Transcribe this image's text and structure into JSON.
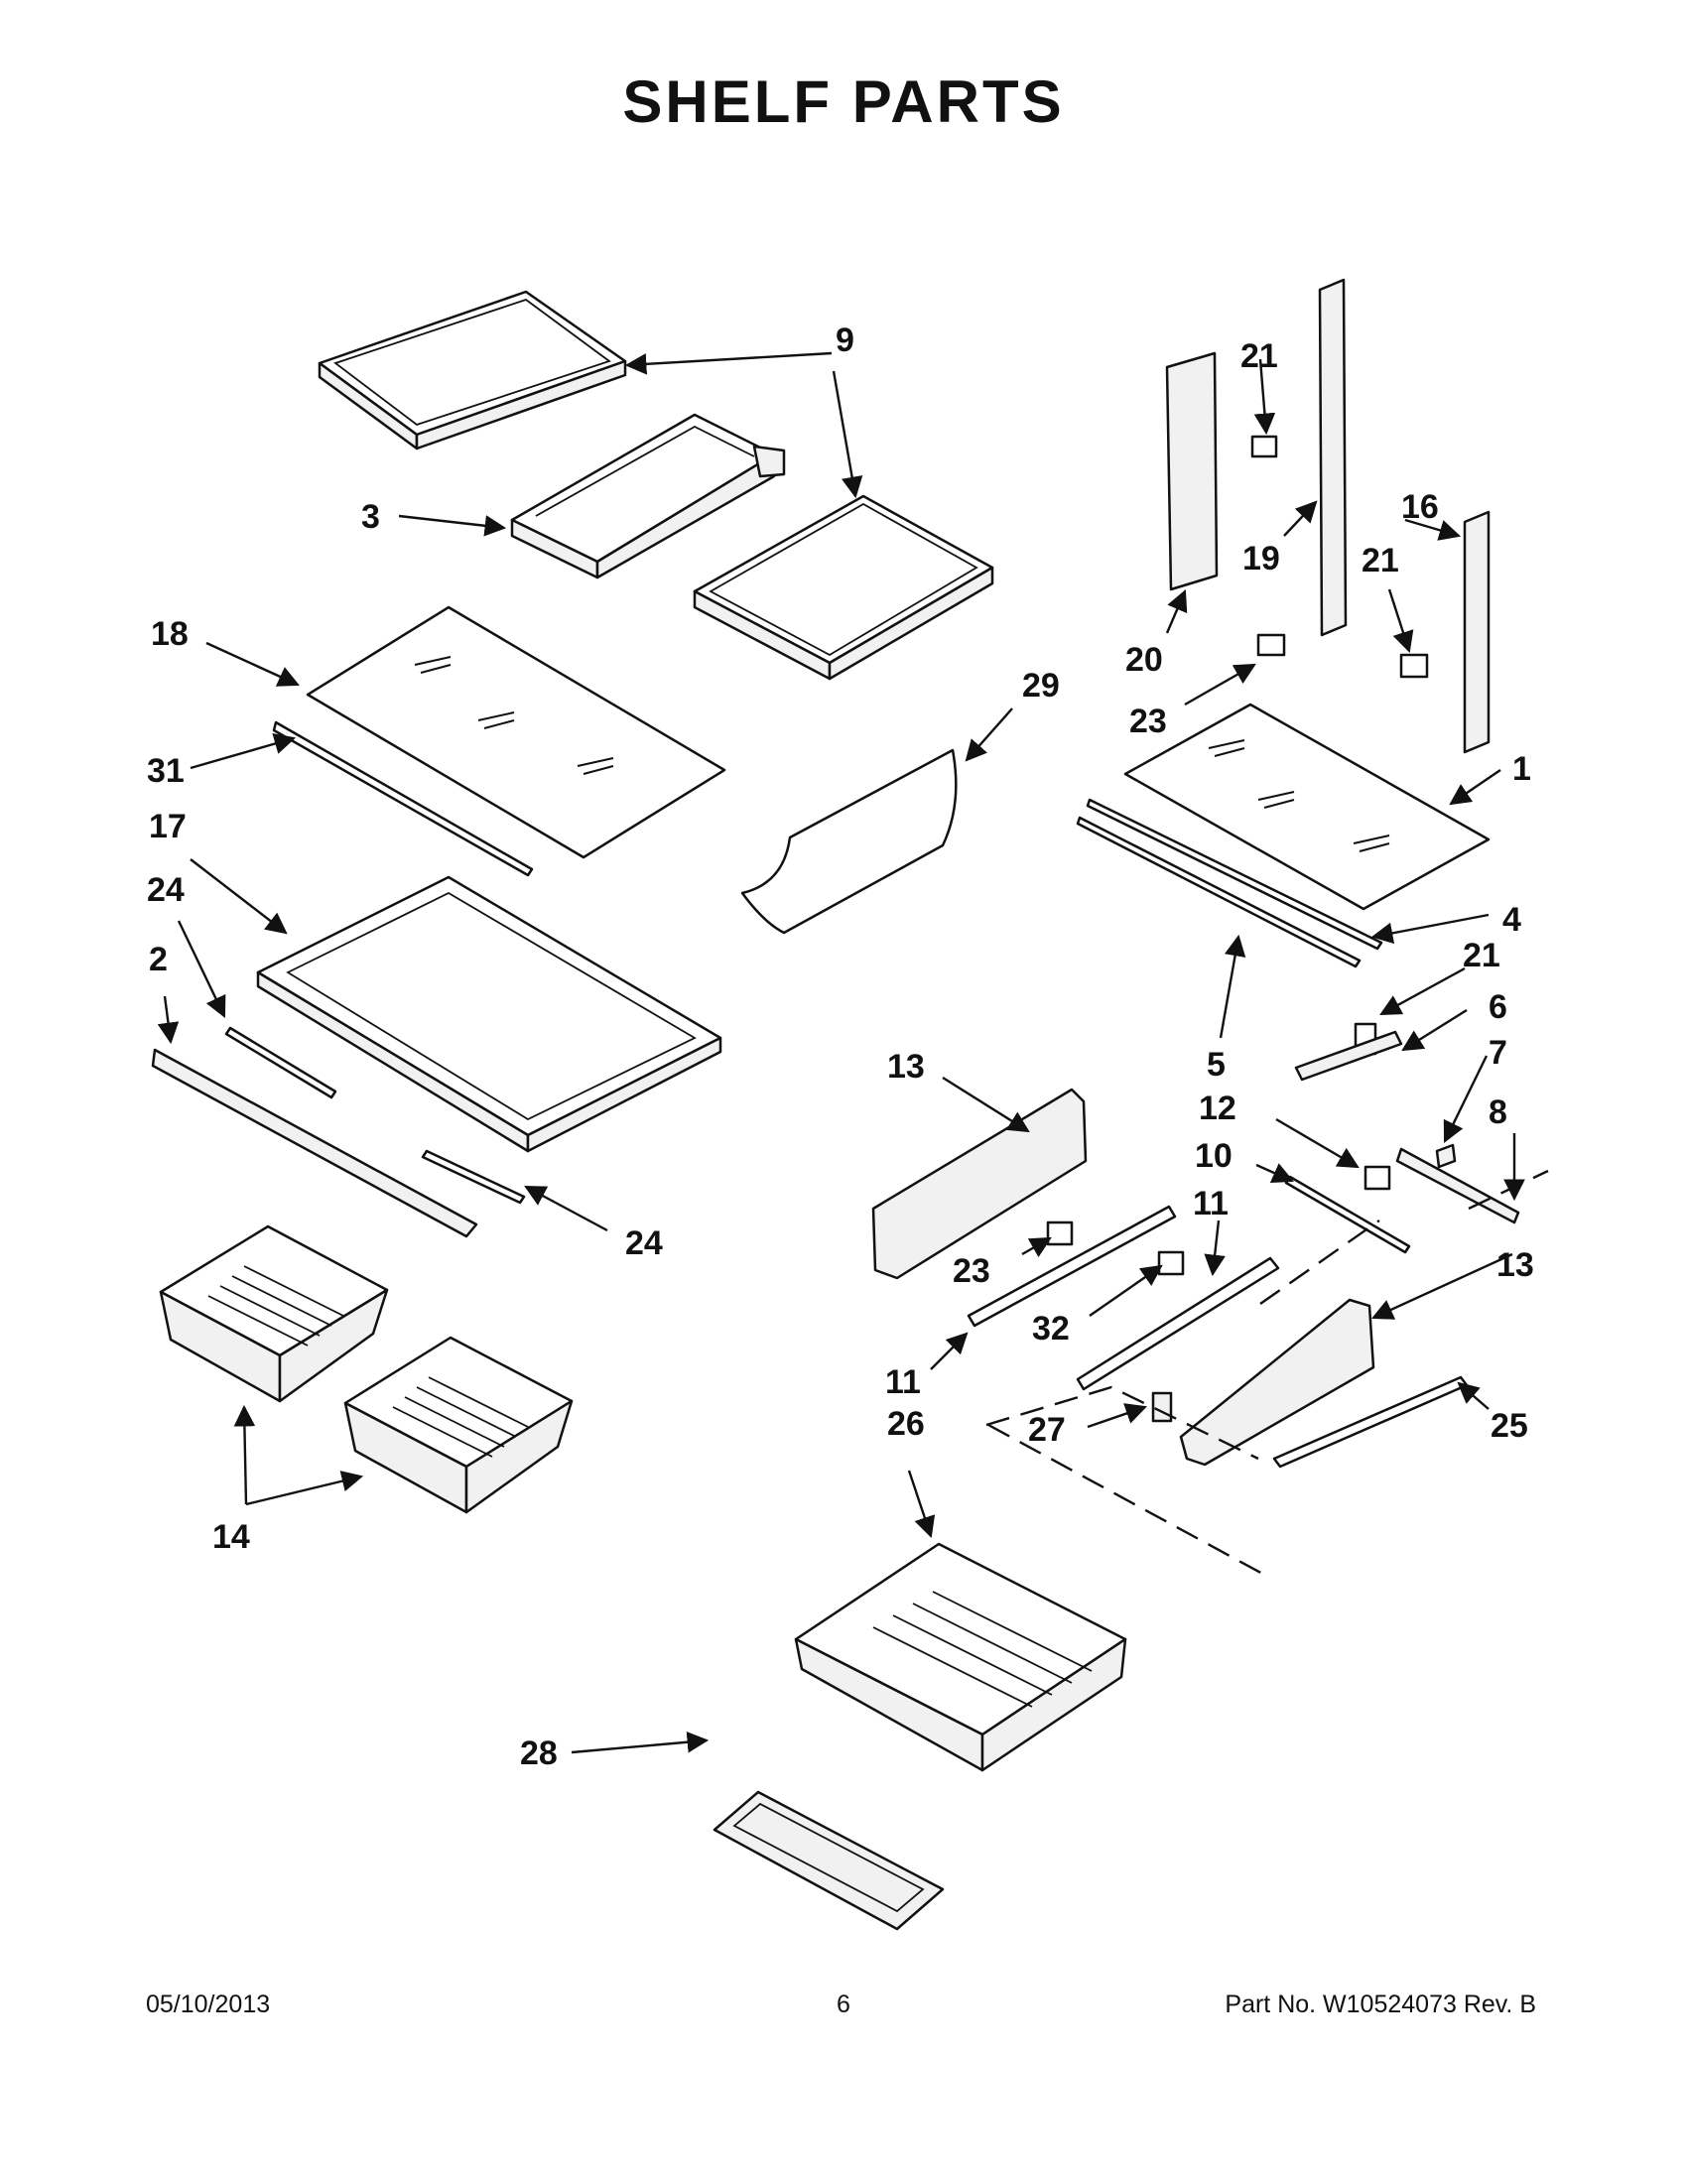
{
  "title": "SHELF PARTS",
  "callouts": {
    "c1": "1",
    "c2": "2",
    "c3": "3",
    "c4": "4",
    "c5": "5",
    "c6": "6",
    "c7": "7",
    "c8": "8",
    "c9": "9",
    "c10": "10",
    "c11": "11",
    "c12": "12",
    "c13": "13",
    "c14": "14",
    "c16": "16",
    "c17": "17",
    "c18": "18",
    "c19": "19",
    "c20": "20",
    "c21": "21",
    "c23": "23",
    "c24": "24",
    "c25": "25",
    "c26": "26",
    "c27": "27",
    "c28": "28",
    "c29": "29",
    "c31": "31",
    "c32": "32"
  },
  "footer": {
    "date": "05/10/2013",
    "page": "6",
    "part_number": "Part No.  W10524073  Rev.  B"
  }
}
